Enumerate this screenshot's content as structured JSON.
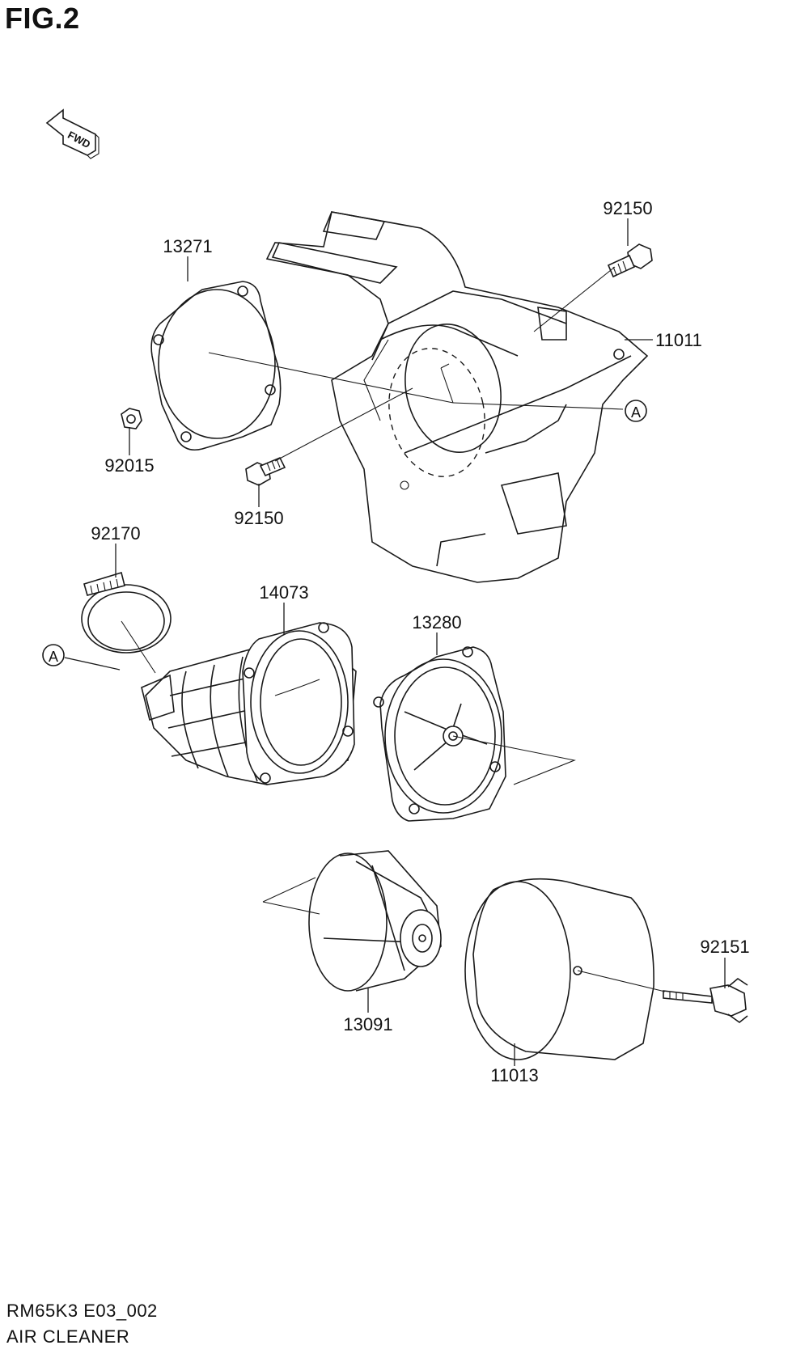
{
  "figure_title": "FIG.2",
  "fwd_label": "FWD",
  "ref_marker": "A",
  "parts": {
    "p92150_top": "92150",
    "p13271": "13271",
    "p11011": "11011",
    "p92015": "92015",
    "p92150_bottom": "92150",
    "p92170": "92170",
    "p14073": "14073",
    "p13280": "13280",
    "p13091": "13091",
    "p11013": "11013",
    "p92151": "92151"
  },
  "footer": {
    "model_code": "RM65K3 E03_002",
    "section_name": "AIR CLEANER"
  }
}
